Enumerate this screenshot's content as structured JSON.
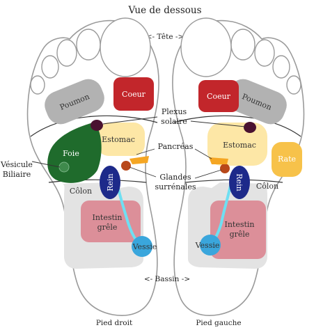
{
  "title": "Vue de dessous",
  "top_marker": "<- Tête ->",
  "bottom_marker": "<- Bassin ->",
  "feet": {
    "right": {
      "caption": "Pied droit",
      "organs": {
        "poumon": "Poumon",
        "coeur": "Coeur",
        "estomac": "Estomac",
        "foie": "Foie",
        "rein": "Rein",
        "colon": "Côlon",
        "intestin_l1": "Intestin",
        "intestin_l2": "grêle",
        "vessie": "Vessie"
      }
    },
    "left": {
      "caption": "Pied gauche",
      "organs": {
        "poumon": "Poumon",
        "coeur": "Coeur",
        "estomac": "Estomac",
        "rate": "Rate",
        "rein": "Rein",
        "colon": "Côlon",
        "intestin_l1": "Intestin",
        "intestin_l2": "grêle",
        "vessie": "Vessie"
      }
    }
  },
  "center_labels": {
    "plexus_l1": "Plexus",
    "plexus_l2": "solaire",
    "pancreas": "Pancréas",
    "glandes_l1": "Glandes",
    "glandes_l2": "surrénales"
  },
  "side_labels": {
    "vesicule_l1": "Vésicule",
    "vesicule_l2": "Biliaire"
  },
  "colors": {
    "outline": "#9a9a9a",
    "poumon": "#b2b2b2",
    "coeur": "#c2262b",
    "estomac": "#fde7a6",
    "foie": "#1f6b2c",
    "rate": "#f7c24a",
    "rein": "#1d2a8a",
    "uretere": "#6fdff2",
    "colon": "#e3e3e3",
    "intestin": "#dc8f99",
    "vessie": "#3aa6dc",
    "plexus": "#4a1230",
    "surrenale": "#b8481a",
    "pancreas": "#f5a623"
  }
}
